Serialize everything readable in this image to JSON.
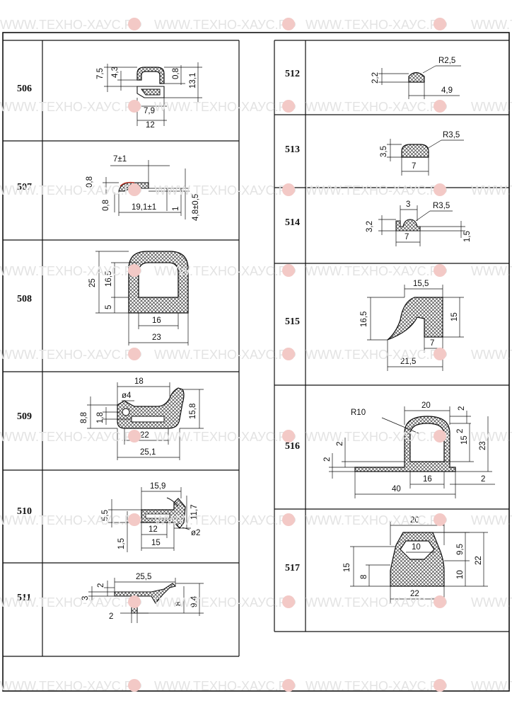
{
  "watermark": {
    "text": "WWW.ТЕХНО-ХАУС.РФ",
    "logo": "techno-house-logo",
    "color": "#e3e3e3",
    "logo_color": "#f3c9c6"
  },
  "profiles": [
    {
      "id": "506",
      "dims": [
        "7,5",
        "4,3",
        "0,8",
        "13,1",
        "7,9",
        "12"
      ]
    },
    {
      "id": "507",
      "dims": [
        "7±1",
        "0,8",
        "0,8",
        "19,1±1",
        "1",
        "4,8±0,5"
      ]
    },
    {
      "id": "508",
      "dims": [
        "25",
        "16,5",
        "5",
        "16",
        "23"
      ]
    },
    {
      "id": "509",
      "dims": [
        "18",
        "ø4",
        "8,8",
        "1,8",
        "15,8",
        "22",
        "25,1"
      ]
    },
    {
      "id": "510",
      "dims": [
        "15,9",
        "5,5",
        "11,7",
        "1,5",
        "12",
        "15",
        "ø2"
      ]
    },
    {
      "id": "511",
      "dims": [
        "25,5",
        "3",
        "2",
        "8",
        "9,4",
        "2"
      ]
    },
    {
      "id": "512",
      "dims": [
        "R2,5",
        "2,2",
        "4,9"
      ]
    },
    {
      "id": "513",
      "dims": [
        "R3,5",
        "3,5",
        "7"
      ]
    },
    {
      "id": "514",
      "dims": [
        "3",
        "R3,5",
        "3,2",
        "1,5",
        "7"
      ]
    },
    {
      "id": "515",
      "dims": [
        "15,5",
        "16,5",
        "15",
        "7",
        "21,5"
      ]
    },
    {
      "id": "516",
      "dims": [
        "20",
        "2",
        "R10",
        "2",
        "15",
        "23",
        "2",
        "2",
        "16",
        "2",
        "40"
      ]
    },
    {
      "id": "517",
      "dims": [
        "20",
        "10",
        "15",
        "8",
        "9,5",
        "10",
        "22",
        "22"
      ]
    }
  ]
}
